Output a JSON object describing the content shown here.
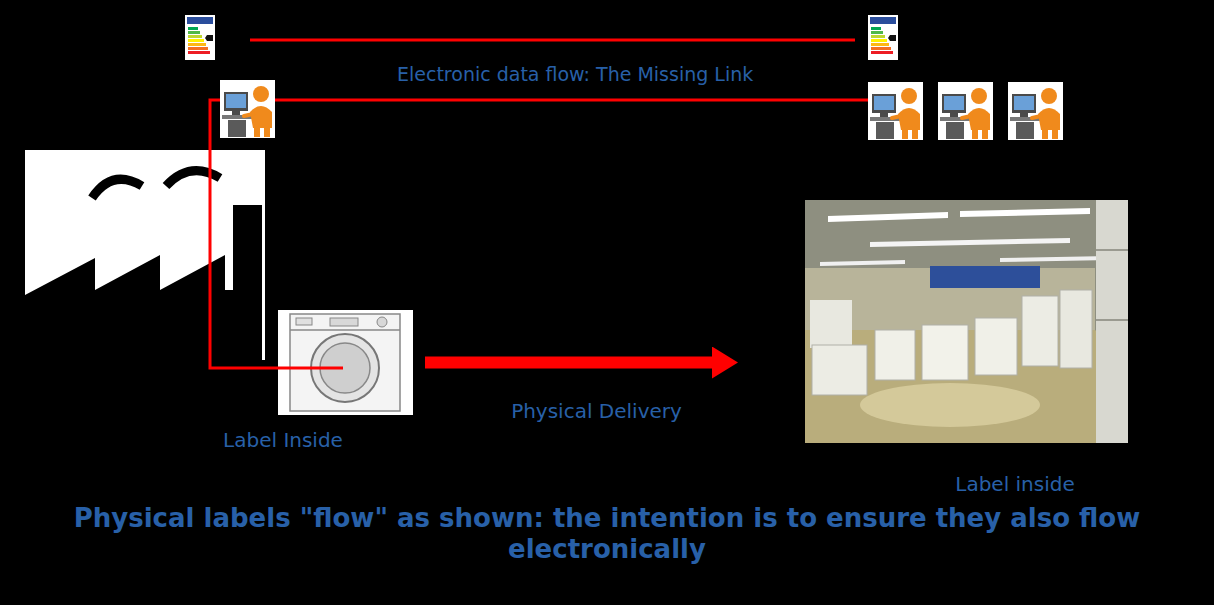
{
  "diagram": {
    "caption": "Physical labels \"flow\" as shown: the intention is to ensure they also flow electronically",
    "nodes": [
      {
        "text": [
          "Label Inside"
        ]
      },
      {
        "text": [
          "Label inside"
        ]
      }
    ],
    "edges": [
      {
        "from": 0,
        "to": 1,
        "arrow": "to",
        "label": "Physical Delivery"
      }
    ],
    "labels": [
      "Electronic data flow: The Missing Link"
    ]
  }
}
